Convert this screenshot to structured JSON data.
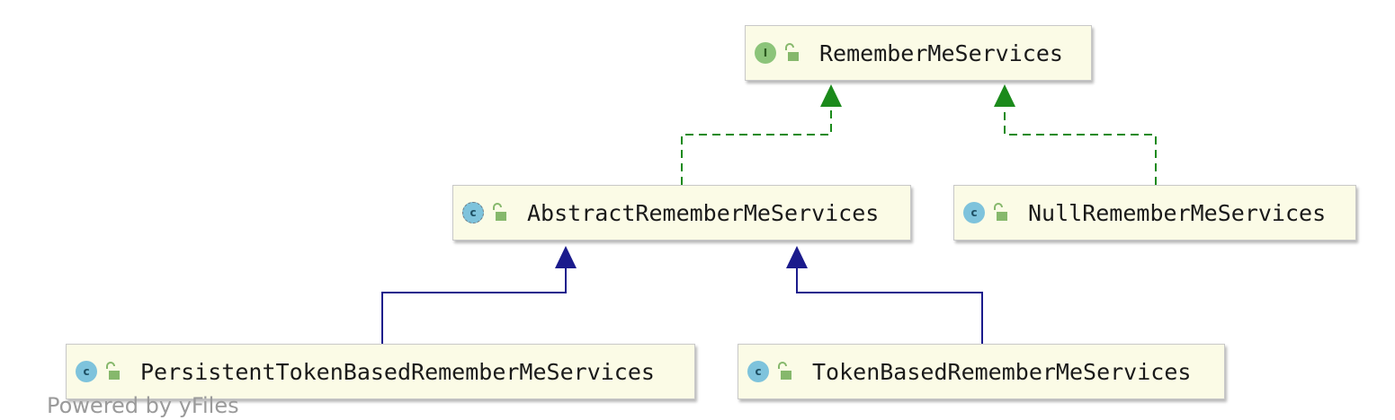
{
  "diagram": {
    "nodes": [
      {
        "id": "n0",
        "kind": "interface",
        "badge": "I",
        "name": "RememberMeServices"
      },
      {
        "id": "n1",
        "kind": "abstract",
        "badge": "c",
        "name": "AbstractRememberMeServices"
      },
      {
        "id": "n2",
        "kind": "class",
        "badge": "c",
        "name": "NullRememberMeServices"
      },
      {
        "id": "n3",
        "kind": "class",
        "badge": "c",
        "name": "PersistentTokenBasedRememberMeServices"
      },
      {
        "id": "n4",
        "kind": "class",
        "badge": "c",
        "name": "TokenBasedRememberMeServices"
      }
    ],
    "edges": [
      {
        "from": "n1",
        "to": "n0",
        "type": "implements"
      },
      {
        "from": "n2",
        "to": "n0",
        "type": "implements"
      },
      {
        "from": "n3",
        "to": "n1",
        "type": "extends"
      },
      {
        "from": "n4",
        "to": "n1",
        "type": "extends"
      }
    ],
    "colors": {
      "implements": "#1b8a1b",
      "extends": "#1b1b8c",
      "node_fill": "#fbfbe6"
    }
  },
  "footer": "Powered by yFiles"
}
